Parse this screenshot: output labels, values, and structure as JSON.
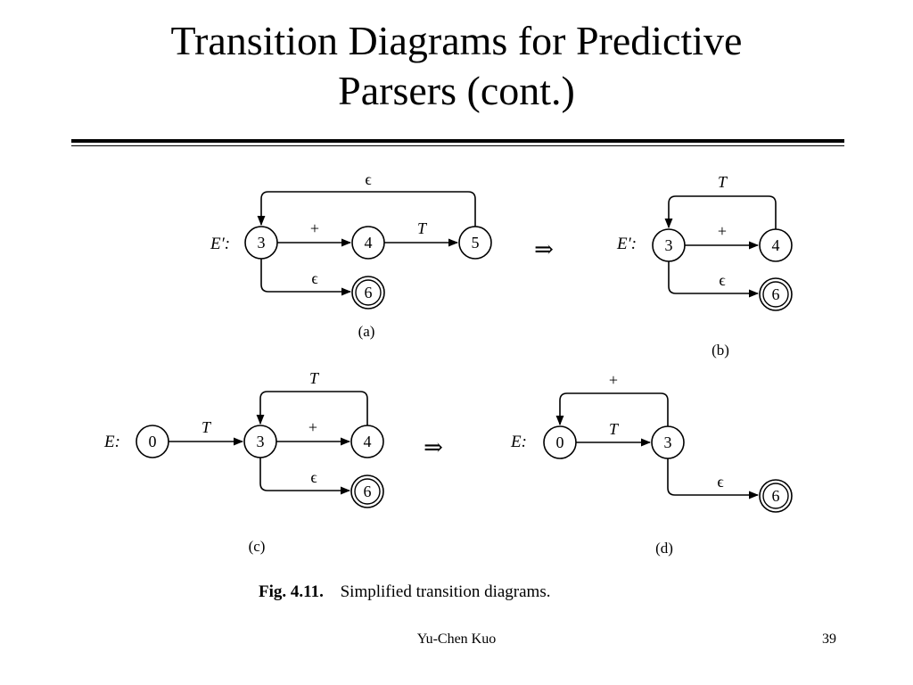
{
  "slide": {
    "title_line1": "Transition Diagrams for Predictive",
    "title_line2": "Parsers (cont.)"
  },
  "figure": {
    "arrow_symbol": "⇒",
    "caption_label": "Fig. 4.11.",
    "caption_text": "Simplified transition diagrams.",
    "diagram_a": {
      "name": "E′:",
      "sublabel": "(a)",
      "states": [
        "3",
        "4",
        "5",
        "6"
      ],
      "edges": [
        {
          "from": "3",
          "to": "4",
          "label": "+"
        },
        {
          "from": "4",
          "to": "5",
          "label": "T"
        },
        {
          "from": "5",
          "to": "3",
          "label": "ϵ"
        },
        {
          "from": "3",
          "to": "6",
          "label": "ϵ"
        }
      ],
      "accepting": [
        "6"
      ]
    },
    "diagram_b": {
      "name": "E′:",
      "sublabel": "(b)",
      "states": [
        "3",
        "4",
        "6"
      ],
      "edges": [
        {
          "from": "3",
          "to": "4",
          "label": "+"
        },
        {
          "from": "4",
          "to": "3",
          "label": "T"
        },
        {
          "from": "3",
          "to": "6",
          "label": "ϵ"
        }
      ],
      "accepting": [
        "6"
      ]
    },
    "diagram_c": {
      "name": "E:",
      "sublabel": "(c)",
      "states": [
        "0",
        "3",
        "4",
        "6"
      ],
      "edges": [
        {
          "from": "0",
          "to": "3",
          "label": "T"
        },
        {
          "from": "3",
          "to": "4",
          "label": "+"
        },
        {
          "from": "4",
          "to": "3",
          "label": "T"
        },
        {
          "from": "3",
          "to": "6",
          "label": "ϵ"
        }
      ],
      "accepting": [
        "6"
      ]
    },
    "diagram_d": {
      "name": "E:",
      "sublabel": "(d)",
      "states": [
        "0",
        "3",
        "6"
      ],
      "edges": [
        {
          "from": "0",
          "to": "3",
          "label": "T"
        },
        {
          "from": "3",
          "to": "0",
          "label": "+"
        },
        {
          "from": "3",
          "to": "6",
          "label": "ϵ"
        }
      ],
      "accepting": [
        "6"
      ]
    }
  },
  "footer": {
    "author": "Yu-Chen Kuo",
    "page_number": "39"
  }
}
